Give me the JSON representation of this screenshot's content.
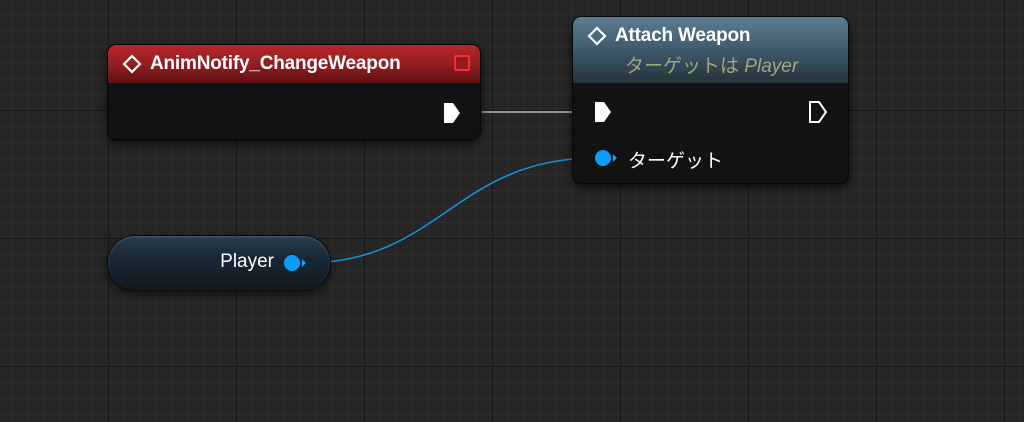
{
  "event_node": {
    "title": "AnimNotify_ChangeWeapon",
    "header_color": "#8f1d1f",
    "icon": "event-diamond-icon",
    "delegate_pin_color": "#ff2a2a"
  },
  "function_node": {
    "title": "Attach Weapon",
    "subtitle_prefix": "ターゲットは",
    "subtitle_target": "Player",
    "header_color": "#3b5666",
    "icon": "function-diamond-icon",
    "target_pin_label": "ターゲット"
  },
  "variable_node": {
    "label": "Player",
    "pin_color": "#0a9cff"
  },
  "colors": {
    "exec_wire": "#d8d8d8",
    "object_wire": "#1492d6",
    "object_pin": "#0a9cff",
    "background": "#262626"
  }
}
